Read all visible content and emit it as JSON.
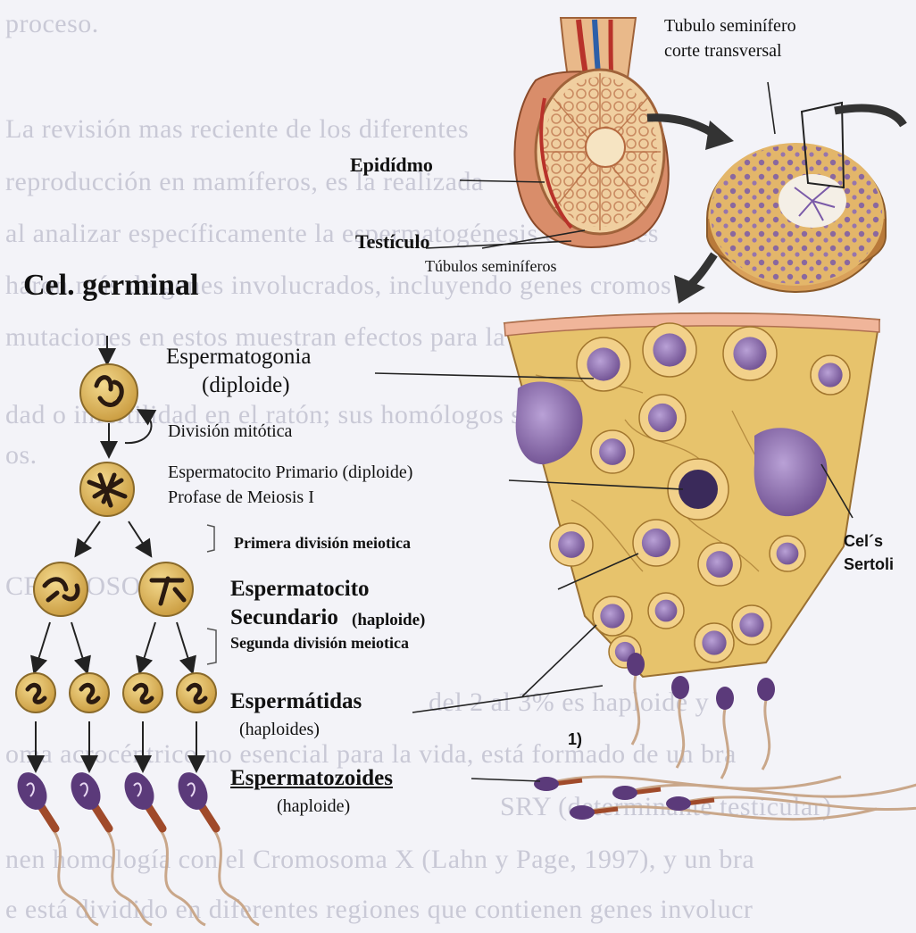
{
  "background_text": [
    "proceso.",
    "La revisión mas reciente de los diferentes",
    "reproducción en mamíferos, es la realizada",
    "al analizar específicamente la espermatogénesis en ratones",
    "haron más de genes involucrados, incluyendo genes cromos",
    "mutaciones en estos muestran efectos para la fertilidad",
    "dad o infertilidad en el ratón; sus homólogos se quieren sin",
    "os.",
    "CROMOSOMA",
    "del 2 al 3% es haploide y",
    "oma acrocéntrico no esencial para la vida, está formado de un bra",
    "SRY (determinante testicular)",
    "nen homología con el Cromosoma X (Lahn y Page, 1997), y un bra",
    "e está dividido en diferentes regiones que contienen genes involucr"
  ],
  "labels": {
    "tubulo_title_1": "Tubulo seminífero",
    "tubulo_title_2": "corte transversal",
    "epididimo": "Epidídmo",
    "testiculo": "Testículo",
    "tubulos_seminiferos": "Túbulos seminíferos",
    "cel_germinal": "Cel. germinal",
    "espermatogonia": "Espermatogonia",
    "diploide": "(diploide)",
    "division_mitotica": "División mitótica",
    "espermatocito_primario": "Espermatocito Primario (diploide)",
    "profase": "Profase de Meiosis  I",
    "primera_division": "Primera división meiotica",
    "espermatocito": "Espermatocito",
    "secundario": "Secundario",
    "haploide_sec": "(haploide)",
    "segunda_division": "Segunda división meiotica",
    "espermatidas": "Espermátidas",
    "haploides": "(haploides)",
    "espermatozoides": "Espermatozoides",
    "haploide_esp": "(haploide)",
    "sertoli_1": "Cel´s",
    "sertoli_2": "Sertoli",
    "marker": "1)"
  },
  "colors": {
    "cell_fill": "#d9b25c",
    "tissue_fill": "#e7c36c",
    "nucleus": "#7a5a9a",
    "chromosome": "#2a1a10",
    "tail": "#c9a78a",
    "sperm_head": "#5b3a7a",
    "midpiece": "#a04a2a",
    "vessel_red": "#b8322a",
    "vessel_blue": "#2d5fa8"
  },
  "icons": [
    "curved-arrow-icon",
    "down-arrow-icon",
    "bracket-icon"
  ]
}
